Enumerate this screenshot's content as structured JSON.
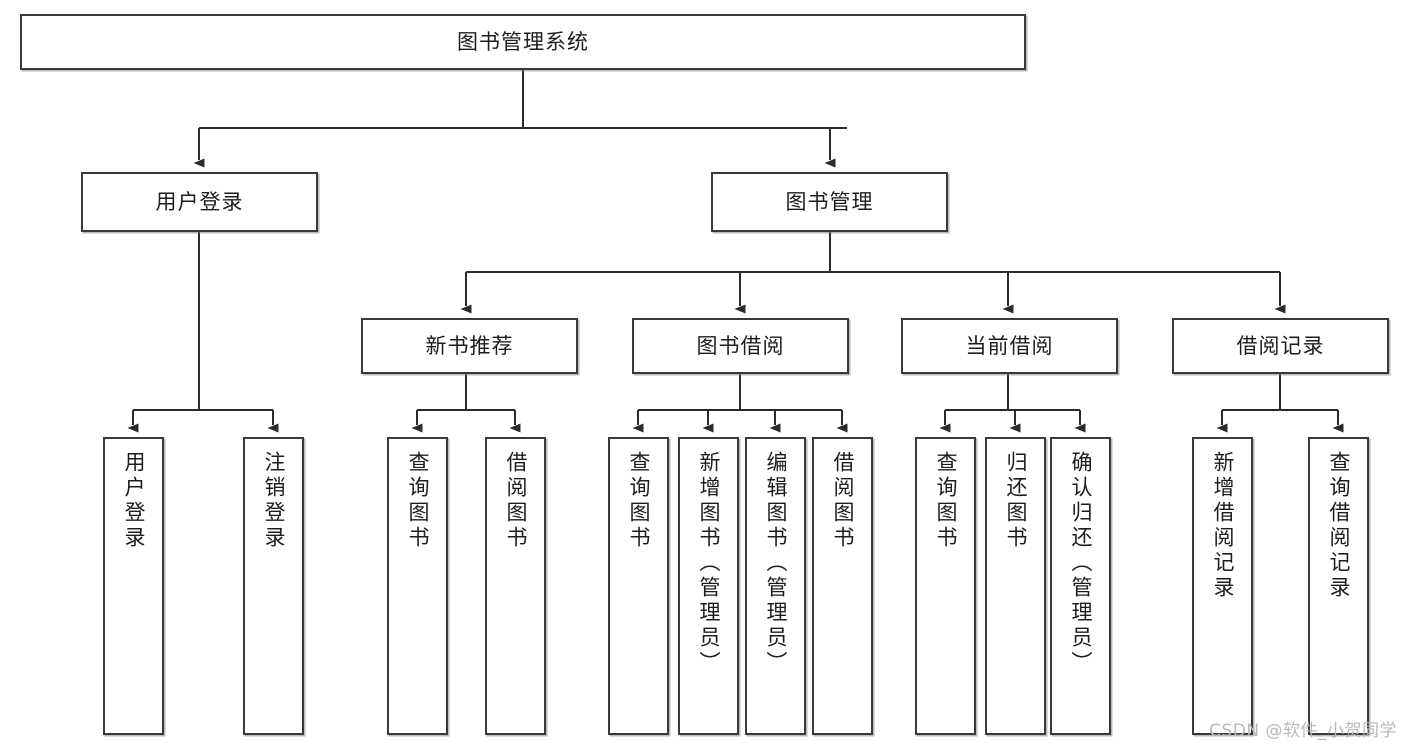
{
  "diagram": {
    "title": "图书管理系统",
    "type": "tree-hierarchy",
    "watermark": "CSDN @软件_小贺同学",
    "colors": {
      "box_border": "#3a3a3a",
      "box_fill": "#ffffff",
      "edge": "#2b2b2b",
      "text": "#1d1d1d",
      "watermark": "#b9b9b9",
      "background": "#ffffff"
    },
    "root": {
      "label": "图书管理系统"
    },
    "level2": [
      {
        "label": "用户登录"
      },
      {
        "label": "图书管理"
      }
    ],
    "level3": [
      {
        "label": "新书推荐"
      },
      {
        "label": "图书借阅"
      },
      {
        "label": "当前借阅"
      },
      {
        "label": "借阅记录"
      }
    ],
    "leaves": {
      "user_login": [
        {
          "label": "用户登录"
        },
        {
          "label": "注销登录"
        }
      ],
      "new_book": [
        {
          "label": "查询图书"
        },
        {
          "label": "借阅图书"
        }
      ],
      "book_borrow": [
        {
          "label": "查询图书"
        },
        {
          "label": "新增图书（管理员）"
        },
        {
          "label": "编辑图书（管理员）"
        },
        {
          "label": "借阅图书"
        }
      ],
      "current_borrow": [
        {
          "label": "查询图书"
        },
        {
          "label": "归还图书"
        },
        {
          "label": "确认归还（管理员）"
        }
      ],
      "borrow_record": [
        {
          "label": "新增借阅记录"
        },
        {
          "label": "查询借阅记录"
        }
      ]
    }
  }
}
